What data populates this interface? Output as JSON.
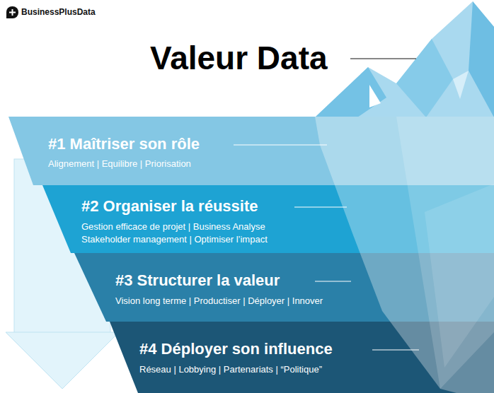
{
  "diagram": {
    "title": "Valeur Data",
    "nodes": [
      {
        "text": [
          "#1 Maîtriser son rôle",
          "Alignement | Equilibre | Priorisation"
        ]
      },
      {
        "text": [
          "#2 Organiser la réussite",
          "Gestion efficace de projet | Business Analyse Stakeholder management | Optimiser l’impact"
        ]
      },
      {
        "text": [
          "#3 Structurer la valeur",
          "Vision long terme | Productiser | Déployer | Innover"
        ]
      },
      {
        "text": [
          "#4 Déployer son influence",
          "Réseau | Lobbying | Partenariats | “Politique”"
        ]
      }
    ],
    "labels": [
      "BusinessPlusData"
    ]
  }
}
